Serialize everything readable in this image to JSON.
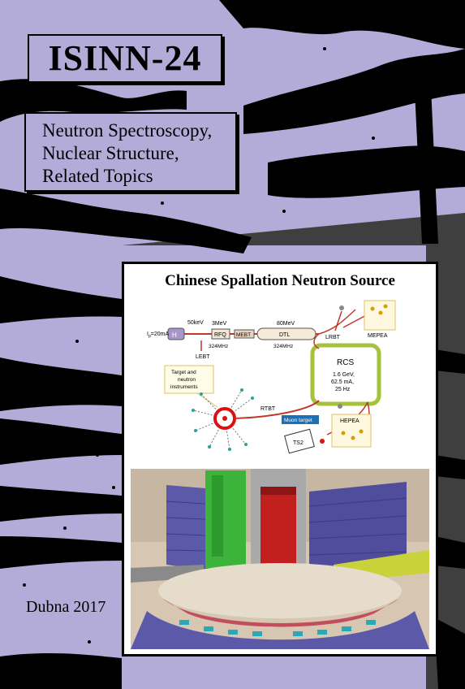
{
  "cover": {
    "title": "ISINN-24",
    "subtitle_lines": [
      "Neutron Spectroscopy,",
      "Nuclear Structure,",
      "Related Topics"
    ],
    "place_year": "Dubna 2017",
    "colors": {
      "background": "#b3acd8",
      "dark_wedge": "#3f3f3f",
      "ink": "#000000"
    }
  },
  "panel": {
    "title": "Chinese Spallation Neutron Source",
    "diagram": {
      "ion_current": "I",
      "ion_current_sub": "p",
      "ion_current_value": "=20mA",
      "source_label": "H",
      "source_energy": "50keV",
      "rfq_energy": "3MeV",
      "rfq_label": "RFQ",
      "rfq_freq": "324MHz",
      "lebt_label": "LEBT",
      "mebt_label": "MEBT",
      "dtl_energy": "80MeV",
      "dtl_label": "DTL",
      "dtl_freq": "324MHz",
      "lrbt_label": "LRBT",
      "mepea_label": "MEPEA",
      "rcs_title": "RCS",
      "rcs_line1": "1.6 GeV,",
      "rcs_line2": "62.5 mA,",
      "rcs_line3": "25 Hz",
      "target_line1": "Target and",
      "target_line2": "neutron",
      "target_line3": "instruments",
      "rtbt_label": "RTBT",
      "muon_label": "Muon target",
      "hepea_label": "HEPEA",
      "ts2_label": "TS2"
    }
  }
}
